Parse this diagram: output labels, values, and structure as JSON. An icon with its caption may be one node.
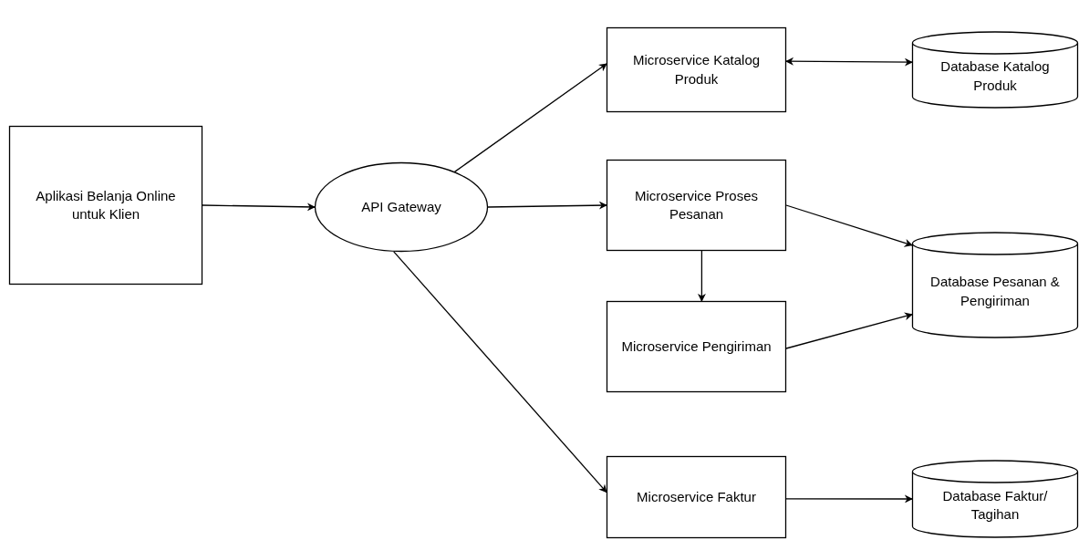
{
  "diagram": {
    "nodes": [
      {
        "text": [
          "Aplikasi Belanja Online untuk Klien"
        ]
      },
      {
        "text": [
          "API Gateway"
        ]
      },
      {
        "text": [
          "Microservice Katalog Produk"
        ]
      },
      {
        "text": [
          "Microservice Proses Pesanan"
        ]
      },
      {
        "text": [
          "Microservice Pengiriman"
        ]
      },
      {
        "text": [
          "Microservice Faktur"
        ]
      },
      {
        "text": [
          "Database Katalog Produk"
        ]
      },
      {
        "text": [
          "Database Pesanan & Pengiriman"
        ]
      },
      {
        "text": [
          "Database Faktur/ Tagihan"
        ]
      }
    ],
    "edges": [
      {
        "from": 0,
        "to": 1,
        "arrow": "to"
      },
      {
        "from": 1,
        "to": 2,
        "arrow": "to"
      },
      {
        "from": 1,
        "to": 3,
        "arrow": "to"
      },
      {
        "from": 1,
        "to": 5,
        "arrow": "to"
      },
      {
        "from": 2,
        "to": 6,
        "arrow": "both"
      },
      {
        "from": 3,
        "to": 7,
        "arrow": "to"
      },
      {
        "from": 3,
        "to": 4,
        "arrow": "to"
      },
      {
        "from": 4,
        "to": 7,
        "arrow": "to"
      },
      {
        "from": 5,
        "to": 8,
        "arrow": "to"
      }
    ]
  }
}
